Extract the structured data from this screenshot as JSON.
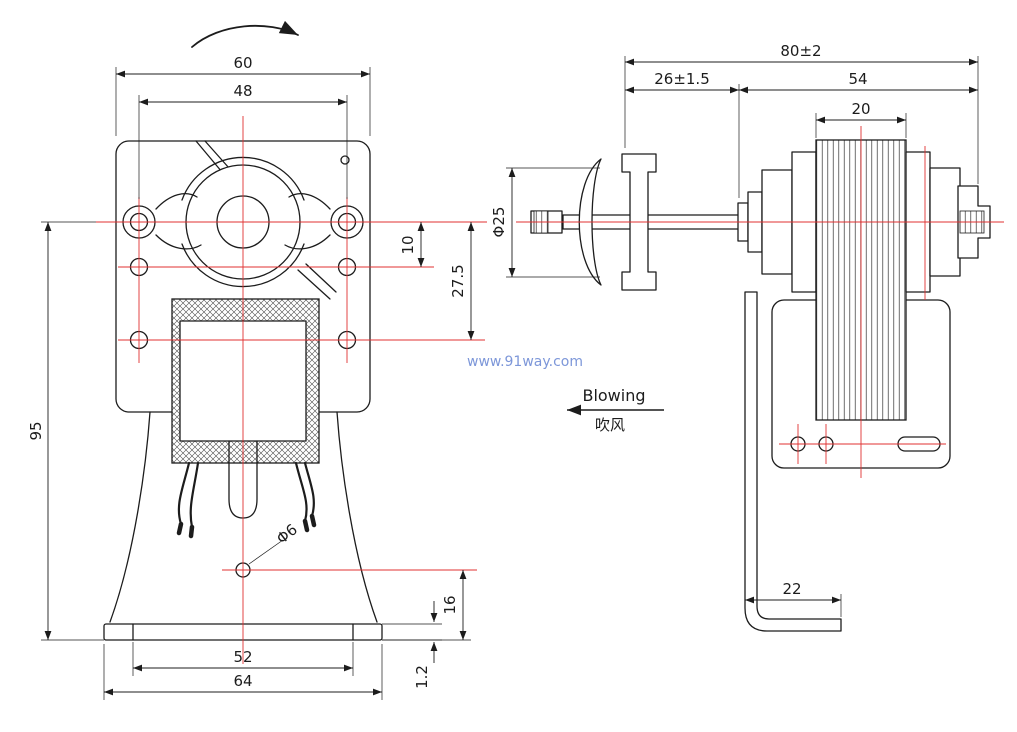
{
  "drawing": {
    "watermark": "www.91way.com",
    "blowing_label_en": "Blowing",
    "blowing_label_zh": "吹风",
    "front_view": {
      "dim_body_width": "60",
      "dim_mount_hole_span": "48",
      "dim_overall_height": "95",
      "dim_hole_row1_offset": "10",
      "dim_hole_row2_offset": "27.5",
      "dim_base_hole_height": "16",
      "dim_base_plate_thickness": "1.2",
      "dim_base_slot_span": "52",
      "dim_base_width": "64",
      "dim_base_hole_dia": "Φ6"
    },
    "side_view": {
      "dim_overall_length": "80±2",
      "dim_shaft_extension": "26±1.5",
      "dim_body_length": "54",
      "dim_stack_thickness": "20",
      "dim_hub_dia": "Φ25",
      "dim_foot_depth": "22"
    },
    "colors": {
      "outline": "#1c1c1c",
      "centerline": "#e03131",
      "watermark": "#7d97d9"
    }
  }
}
